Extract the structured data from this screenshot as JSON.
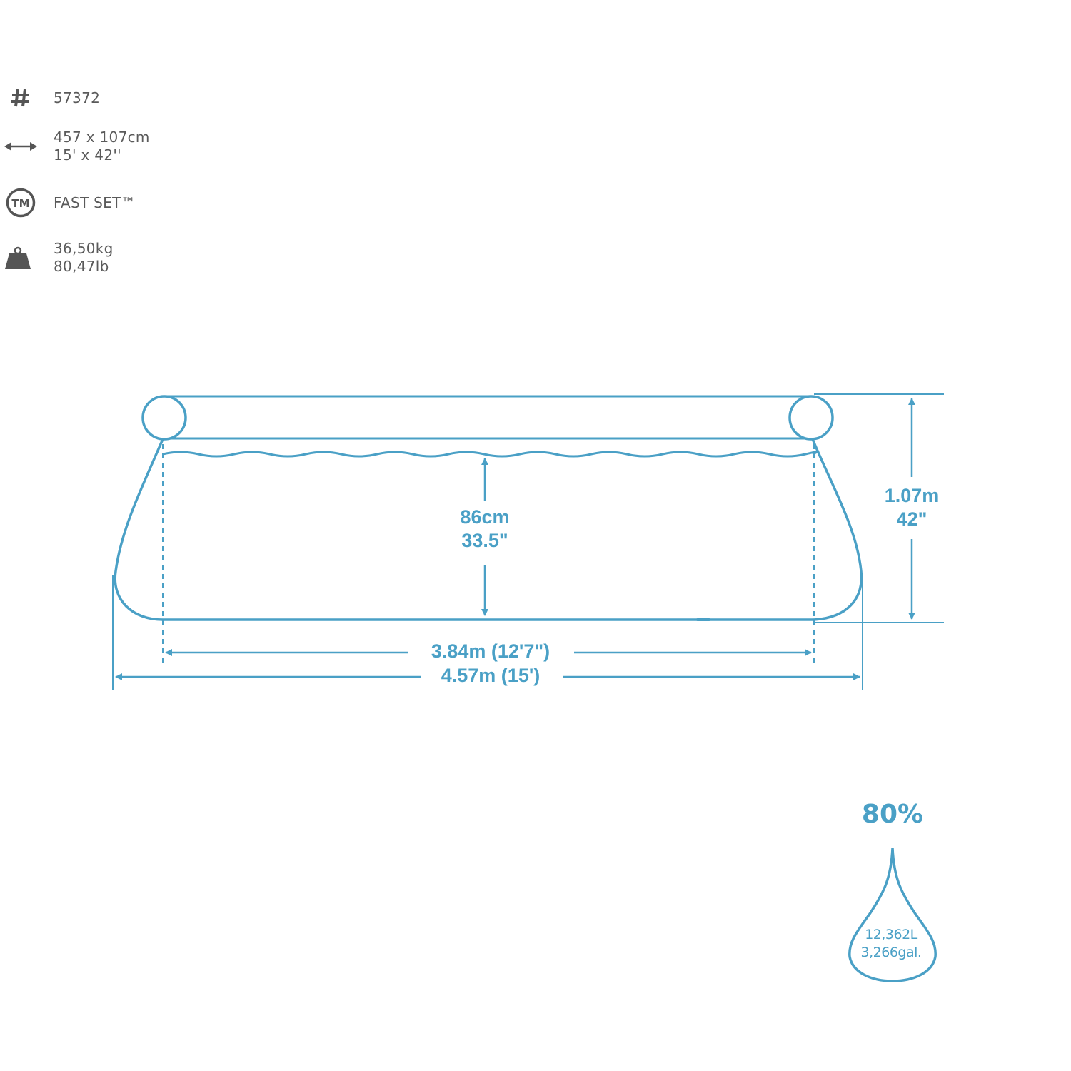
{
  "specs": {
    "model": {
      "icon": "hash-icon",
      "value": "57372"
    },
    "size": {
      "icon": "double-arrow-icon",
      "metric": "457 x 107cm",
      "imperial": "15' x 42''"
    },
    "type": {
      "icon": "trademark-icon",
      "value": "FAST SET™"
    },
    "weight": {
      "icon": "weight-icon",
      "metric": "36,50kg",
      "imperial": "80,47lb"
    }
  },
  "diagram": {
    "line_color": "#4aa0c6",
    "water_depth": {
      "metric": "86cm",
      "imperial": "33.5\""
    },
    "total_height": {
      "metric": "1.07m",
      "imperial": "42\""
    },
    "inner_width": {
      "label": "3.84m (12'7\")"
    },
    "outer_width": {
      "label": "4.57m (15')"
    }
  },
  "capacity": {
    "fill_percent": "80%",
    "liters": "12,362L",
    "gallons": "3,266gal.",
    "icon": "water-drop-icon"
  }
}
